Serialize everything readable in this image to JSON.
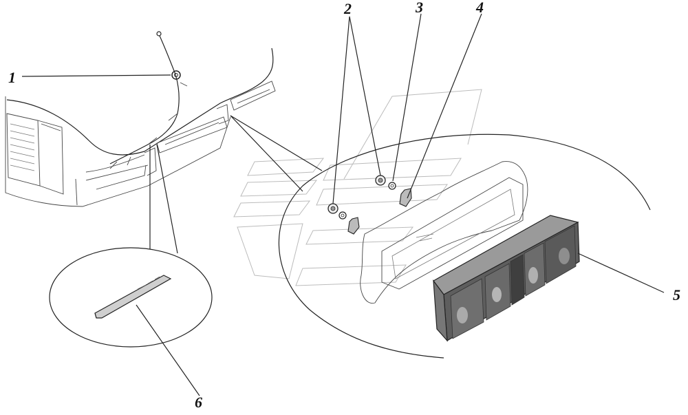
{
  "callouts": [
    {
      "id": "1",
      "label": "1"
    },
    {
      "id": "2",
      "label": "2"
    },
    {
      "id": "3",
      "label": "3"
    },
    {
      "id": "4",
      "label": "4"
    },
    {
      "id": "5",
      "label": "5"
    },
    {
      "id": "6",
      "label": "6"
    }
  ],
  "colors": {
    "line": "#222222",
    "lamp_body": "#6b6b6b",
    "lamp_dark": "#3a3a3a",
    "ghost": "#bbbbbb"
  }
}
